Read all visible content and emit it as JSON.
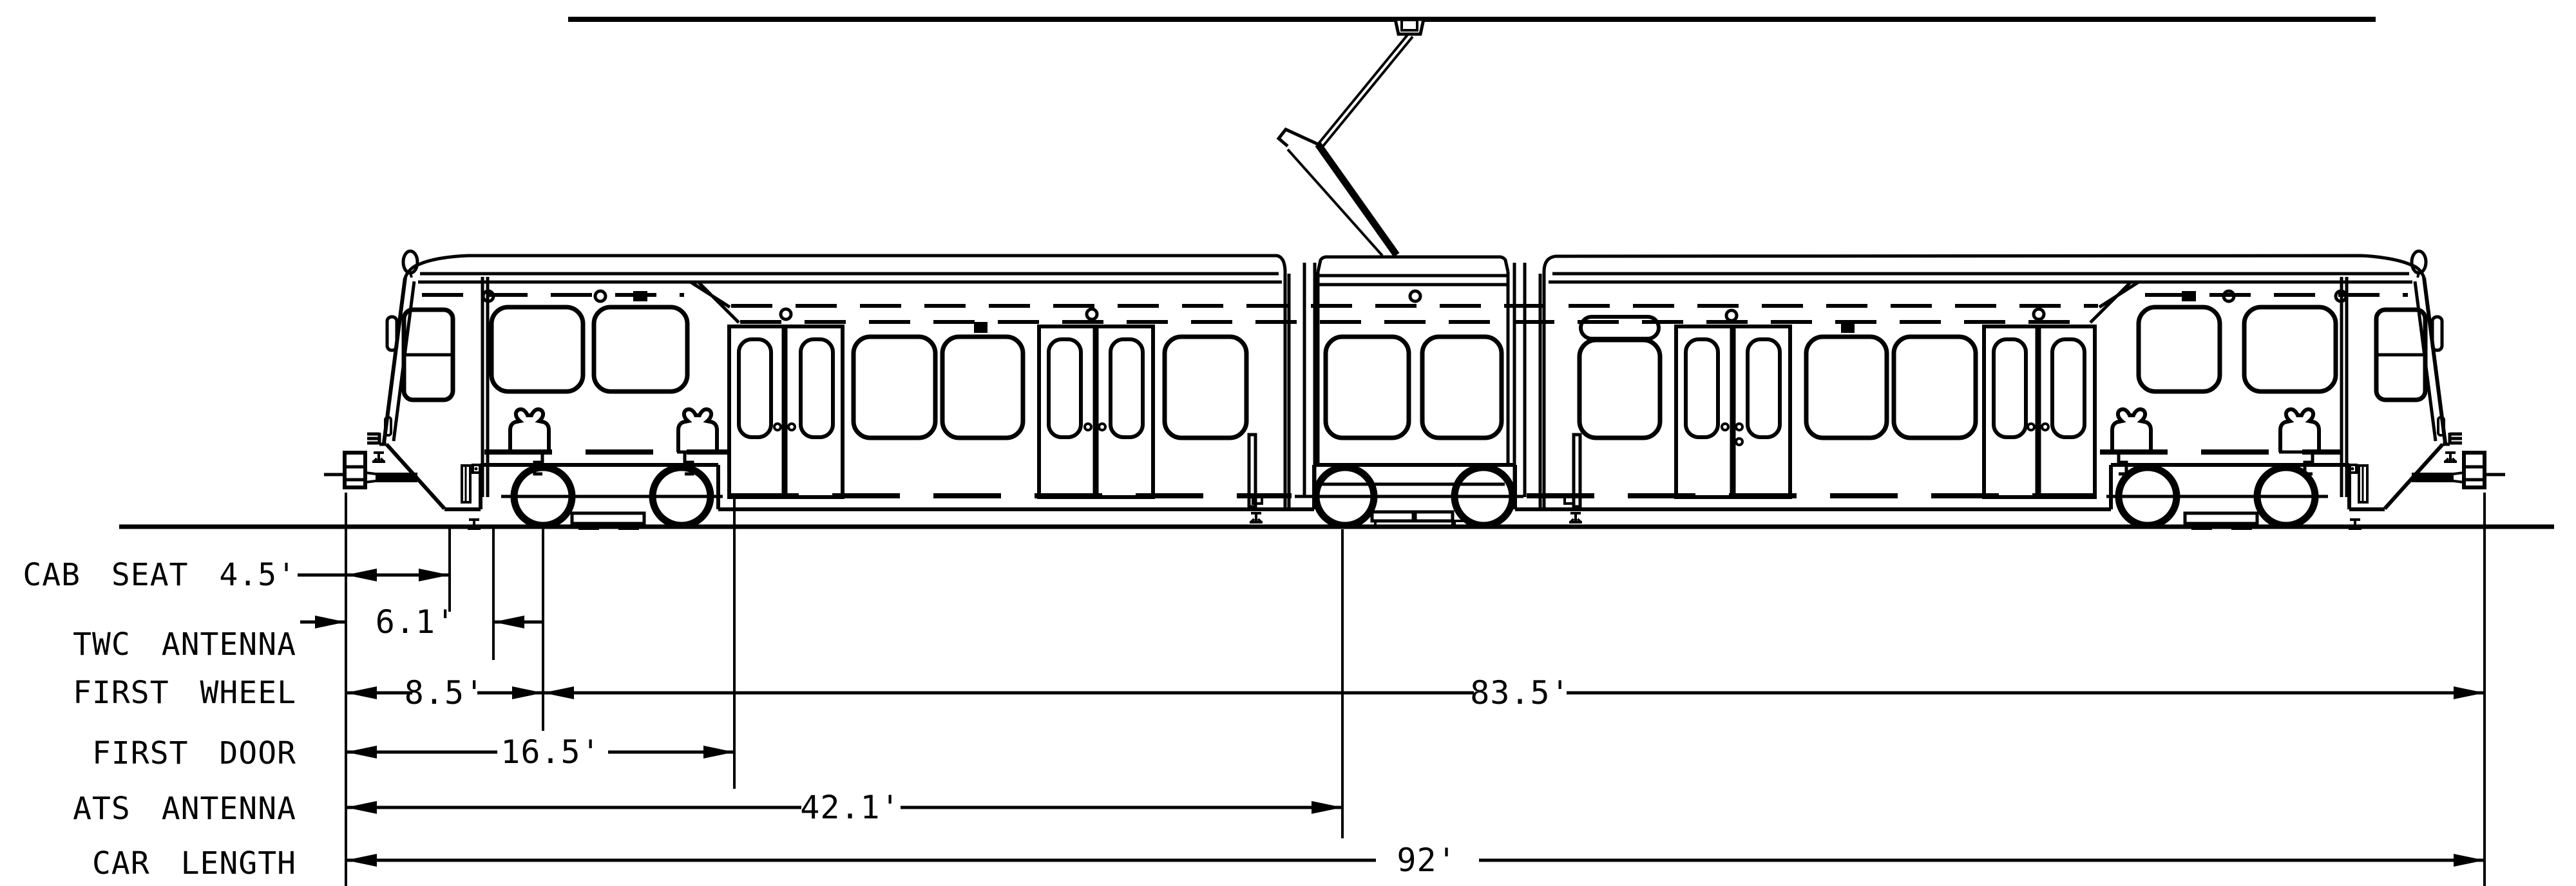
{
  "drawing": {
    "title": "Articulated light rail vehicle side elevation",
    "rows": [
      {
        "label": "CAB SEAT 4.5'"
      },
      {
        "label": "TWC ANTENNA",
        "value": "6.1'"
      },
      {
        "label": "FIRST WHEEL",
        "value": "8.5'",
        "value2": "83.5'"
      },
      {
        "label": "FIRST DOOR",
        "value": "16.5'"
      },
      {
        "label": "ATS ANTENNA",
        "value": "42.1'"
      },
      {
        "label": "CAR LENGTH",
        "value": "92'"
      }
    ]
  }
}
